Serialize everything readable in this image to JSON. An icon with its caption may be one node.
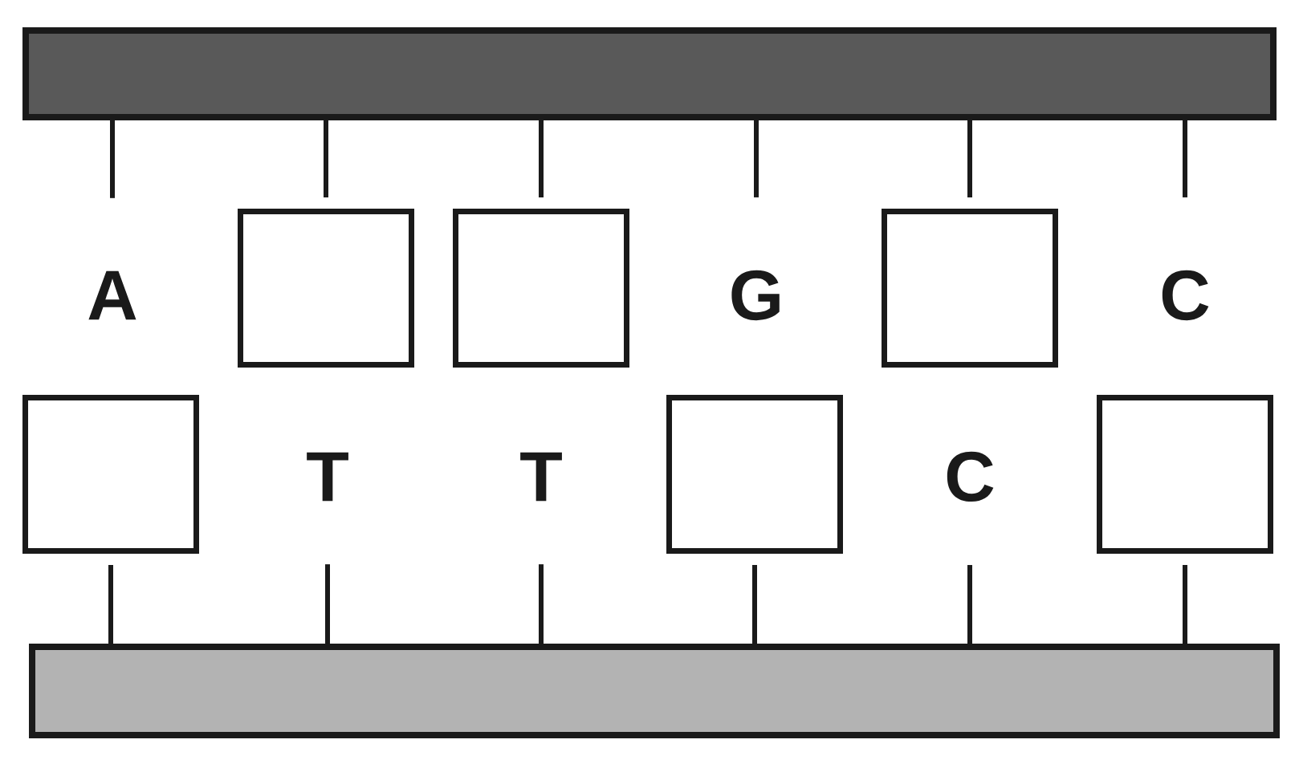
{
  "diagram": {
    "nodes": [
      {
        "text": [],
        "shape": "bar"
      },
      {
        "text": [
          "A"
        ]
      },
      {
        "text": [],
        "shape": "box"
      },
      {
        "text": [],
        "shape": "box"
      },
      {
        "text": [
          "G"
        ]
      },
      {
        "text": [],
        "shape": "box"
      },
      {
        "text": [
          "C"
        ]
      },
      {
        "text": [],
        "shape": "box"
      },
      {
        "text": [
          "T"
        ]
      },
      {
        "text": [
          "T"
        ]
      },
      {
        "text": [],
        "shape": "box"
      },
      {
        "text": [
          "C"
        ]
      },
      {
        "text": [],
        "shape": "box"
      },
      {
        "text": [],
        "shape": "bar"
      }
    ],
    "edges": [
      {
        "from": 0,
        "to": 1,
        "arrow": "none"
      },
      {
        "from": 0,
        "to": 2,
        "arrow": "none"
      },
      {
        "from": 0,
        "to": 3,
        "arrow": "none"
      },
      {
        "from": 0,
        "to": 4,
        "arrow": "none"
      },
      {
        "from": 0,
        "to": 5,
        "arrow": "none"
      },
      {
        "from": 0,
        "to": 6,
        "arrow": "none"
      },
      {
        "from": 13,
        "to": 7,
        "arrow": "none"
      },
      {
        "from": 13,
        "to": 8,
        "arrow": "none"
      },
      {
        "from": 13,
        "to": 9,
        "arrow": "none"
      },
      {
        "from": 13,
        "to": 10,
        "arrow": "none"
      },
      {
        "from": 13,
        "to": 11,
        "arrow": "none"
      },
      {
        "from": 13,
        "to": 12,
        "arrow": "none"
      }
    ]
  }
}
